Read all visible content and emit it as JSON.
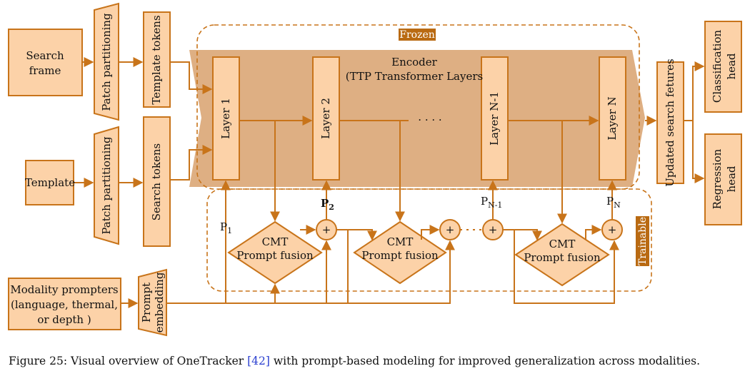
{
  "colors": {
    "stroke": "#c8741a",
    "box_fill": "#fcd2a8",
    "encoder_fill": "#deaf83",
    "badge_fill": "#b96a12",
    "badge_text": "#ffffff",
    "text": "#111111",
    "link": "#2a3fd0"
  },
  "diagram": {
    "search_frame": {
      "line1": "Search",
      "line2": "frame"
    },
    "template": "Template",
    "patch_partitioning_top": "Patch partitioning",
    "patch_partitioning_bottom": "Patch partitioning",
    "template_tokens": "Template tokens",
    "search_tokens": "Search tokens",
    "frozen_label": "Frozen",
    "trainable_label": "Trainable",
    "encoder": {
      "line1": "Encoder",
      "line2": "(TTP Transformer Layers"
    },
    "layers": [
      "Layer 1",
      "Layer 2",
      "Layer N-1",
      "Layer N"
    ],
    "ellipsis": "· · · ·",
    "prompts": {
      "p1": {
        "base": "P",
        "sub": "1"
      },
      "p2": {
        "base": "P",
        "sub": "2"
      },
      "pn1": {
        "base": "P",
        "sub": "N-1"
      },
      "pn": {
        "base": "P",
        "sub": "N"
      }
    },
    "cmt": {
      "line1": "CMT",
      "line2": "Prompt fusion"
    },
    "plus": "+",
    "updated_features": "Updated search fetures",
    "classification_head": {
      "line1": "Classification",
      "line2": "head"
    },
    "regression_head": {
      "line1": "Regression",
      "line2": "head"
    },
    "modality_prompters": {
      "line1": "Modality prompters",
      "line2": "(language, thermal,",
      "line3": "or depth )"
    },
    "prompt_embedding": {
      "line1": "Prompt",
      "line2": "embedding"
    }
  },
  "caption": {
    "prefix": "Figure 25:  Visual overview of OneTracker ",
    "ref": "[42]",
    "suffix": " with prompt-based modeling for improved generalization across modalities."
  }
}
